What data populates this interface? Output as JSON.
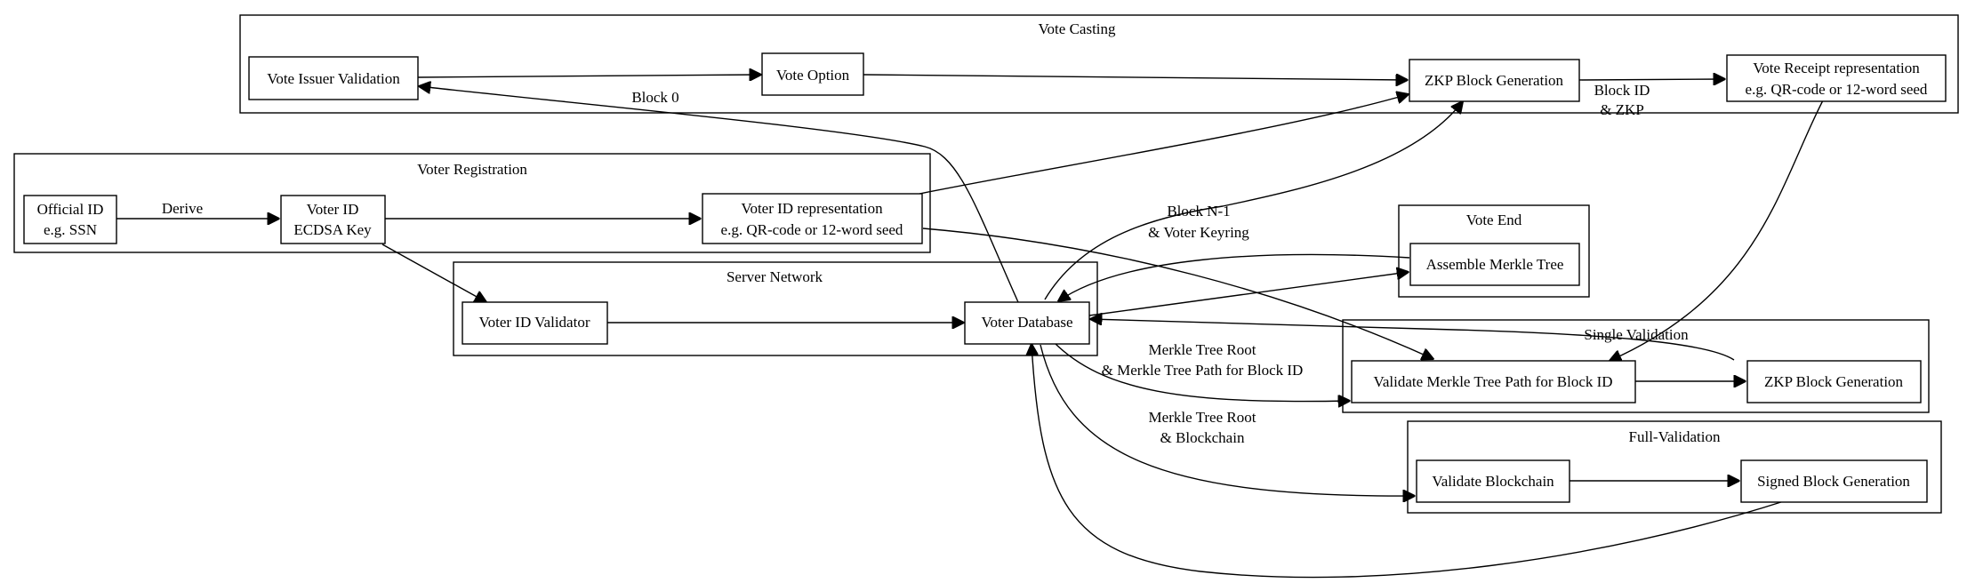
{
  "clusters": {
    "vote_casting": "Vote Casting",
    "voter_registration": "Voter Registration",
    "server_network": "Server Network",
    "vote_end": "Vote End",
    "single_validation": "Single Validation",
    "full_validation": "Full-Validation"
  },
  "nodes": {
    "vote_issuer_validation": [
      "Vote Issuer Validation"
    ],
    "vote_option": [
      "Vote Option"
    ],
    "zkp_block_generation_cast": [
      "ZKP Block Generation"
    ],
    "vote_receipt": [
      "Vote Receipt representation",
      "e.g. QR-code or 12-word seed"
    ],
    "official_id": [
      "Official ID",
      "e.g. SSN"
    ],
    "voter_id_key": [
      "Voter ID",
      "ECDSA Key"
    ],
    "voter_id_representation": [
      "Voter ID representation",
      "e.g. QR-code or 12-word seed"
    ],
    "voter_id_validator": [
      "Voter ID Validator"
    ],
    "voter_database": [
      "Voter Database"
    ],
    "assemble_merkle_tree": [
      "Assemble Merkle Tree"
    ],
    "validate_merkle_path": [
      "Validate Merkle Tree Path for Block ID"
    ],
    "zkp_block_generation_single": [
      "ZKP Block Generation"
    ],
    "validate_blockchain": [
      "Validate Blockchain"
    ],
    "signed_block_generation": [
      "Signed Block Generation"
    ]
  },
  "edge_labels": {
    "block_0": [
      "Block 0"
    ],
    "block_id_zkp": [
      "Block ID",
      "& ZKP"
    ],
    "derive": [
      "Derive"
    ],
    "block_n1_keyring": [
      "Block N-1",
      "& Voter Keyring"
    ],
    "merkle_root_path": [
      "Merkle Tree Root",
      "& Merkle Tree Path for Block ID"
    ],
    "merkle_root_chain": [
      "Merkle Tree Root",
      "& Blockchain"
    ]
  }
}
